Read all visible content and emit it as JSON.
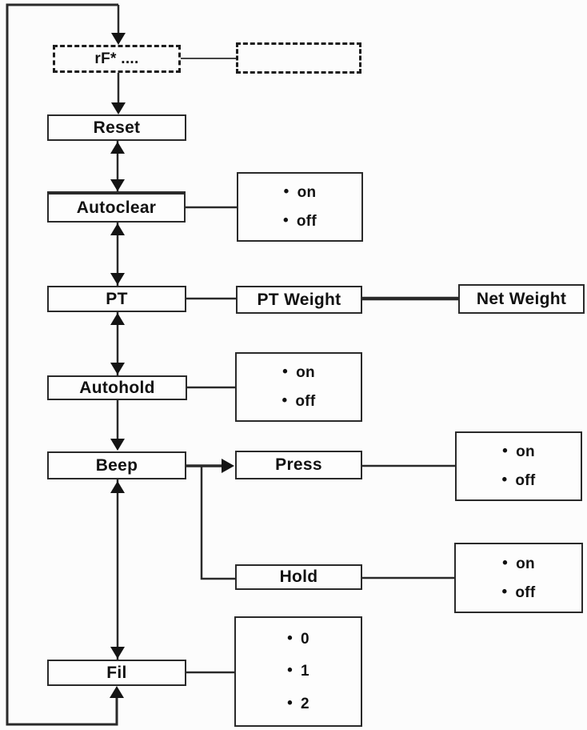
{
  "diagram": {
    "nodes": {
      "rf": {
        "label": "rF* ...."
      },
      "reset": {
        "label": "Reset"
      },
      "autoclear": {
        "label": "Autoclear"
      },
      "pt": {
        "label": "PT"
      },
      "pt_weight": {
        "label": "PT Weight"
      },
      "net_weight": {
        "label": "Net Weight"
      },
      "autohold": {
        "label": "Autohold"
      },
      "beep": {
        "label": "Beep"
      },
      "press": {
        "label": "Press"
      },
      "hold": {
        "label": "Hold"
      },
      "fil": {
        "label": "Fil"
      }
    },
    "options": {
      "bullet": "•",
      "on": "on",
      "off": "off",
      "zero": "0",
      "one": "1",
      "two": "2"
    },
    "colors": {
      "line": "#2a2a2a",
      "arrow": "#141414",
      "background": "#fcfcfc",
      "text": "#111111"
    }
  }
}
